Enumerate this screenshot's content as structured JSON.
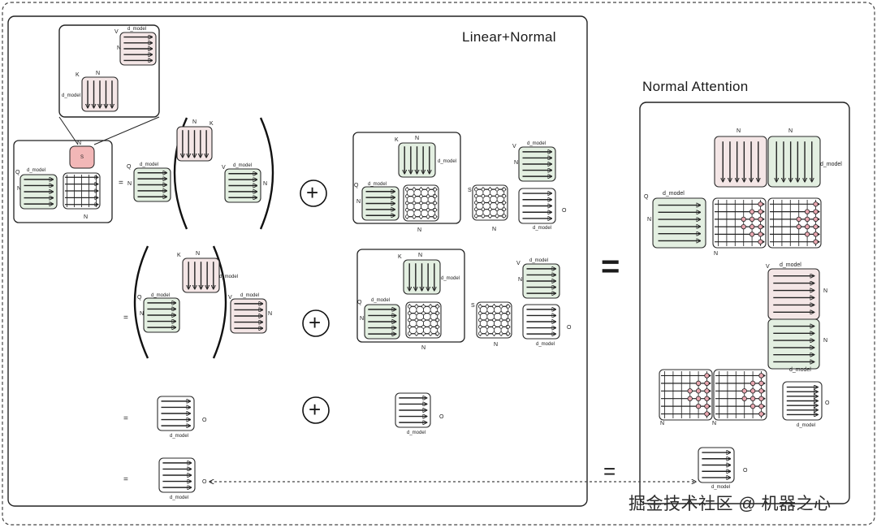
{
  "titles": {
    "linear_normal": "Linear+Normal",
    "normal_attention": "Normal Attention"
  },
  "labels": {
    "q": "Q",
    "k": "K",
    "v": "V",
    "s": "S",
    "o": "O",
    "n": "N",
    "d_model": "d_model"
  },
  "operators": {
    "equals": "=",
    "plus": "+"
  },
  "watermark": "掘金技术社区 @ 机器之心",
  "colors": {
    "outline": "#2a2a2a",
    "green_fill": "#e3efe1",
    "pink_fill": "#f4e6e6",
    "s_fill": "#f2b7b7",
    "node_pink": "#e9a7b0",
    "dashed": "#444444"
  }
}
